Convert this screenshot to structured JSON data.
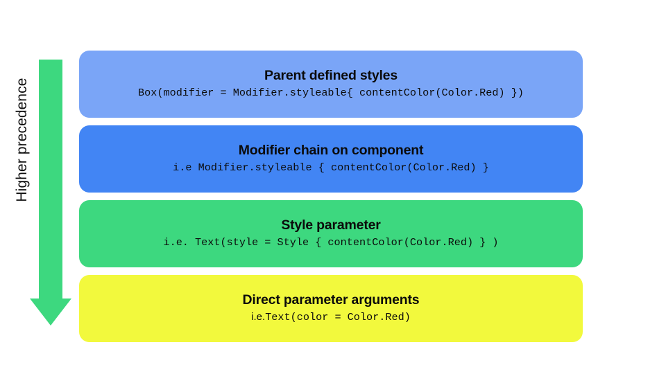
{
  "diagram": {
    "axis_label": "Higher precedence",
    "arrow": {
      "name": "downward-precedence-arrow",
      "color": "#3DD87F",
      "direction": "down"
    },
    "levels": [
      {
        "title": "Parent defined styles",
        "code_prefix": "",
        "code": "Box(modifier = Modifier.styleable{ contentColor(Color.Red) })",
        "color": "#7AA5F7"
      },
      {
        "title": "Modifier chain on component",
        "code_prefix": "",
        "code": "i.e Modifier.styleable { contentColor(Color.Red) }",
        "color": "#4285F4"
      },
      {
        "title": "Style parameter",
        "code_prefix": "",
        "code": "i.e. Text(style = Style { contentColor(Color.Red) } )",
        "color": "#3DD87F"
      },
      {
        "title": "Direct parameter arguments",
        "code_prefix": "i.e.",
        "code": "Text(color = Color.Red)",
        "color": "#F2F93D"
      }
    ]
  }
}
